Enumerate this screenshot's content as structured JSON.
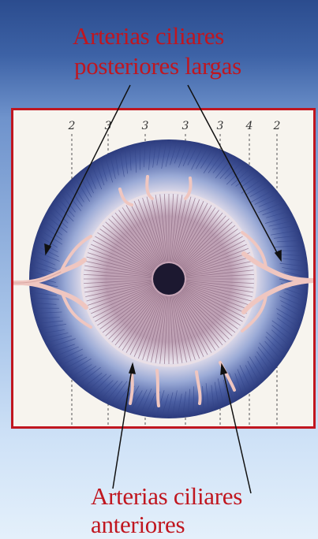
{
  "labels": {
    "top_line_1": "Arterias ciliares",
    "top_line_2": "posteriores largas",
    "bottom_line_1": "Arterias ciliares",
    "bottom_line_2": "anteriores"
  },
  "plate": {
    "column_numbers": [
      "2",
      "3",
      "3",
      "3",
      "3",
      "4",
      "2"
    ]
  },
  "colors": {
    "slide_top": "#2b4c8e",
    "slide_bottom": "#e4f0fb",
    "label_red": "#c0161f",
    "frame_red": "#c0161f",
    "iris_blue": "#3a4e94",
    "vessel_pink": "#f0c8c4",
    "pupil": "#1c1830"
  }
}
